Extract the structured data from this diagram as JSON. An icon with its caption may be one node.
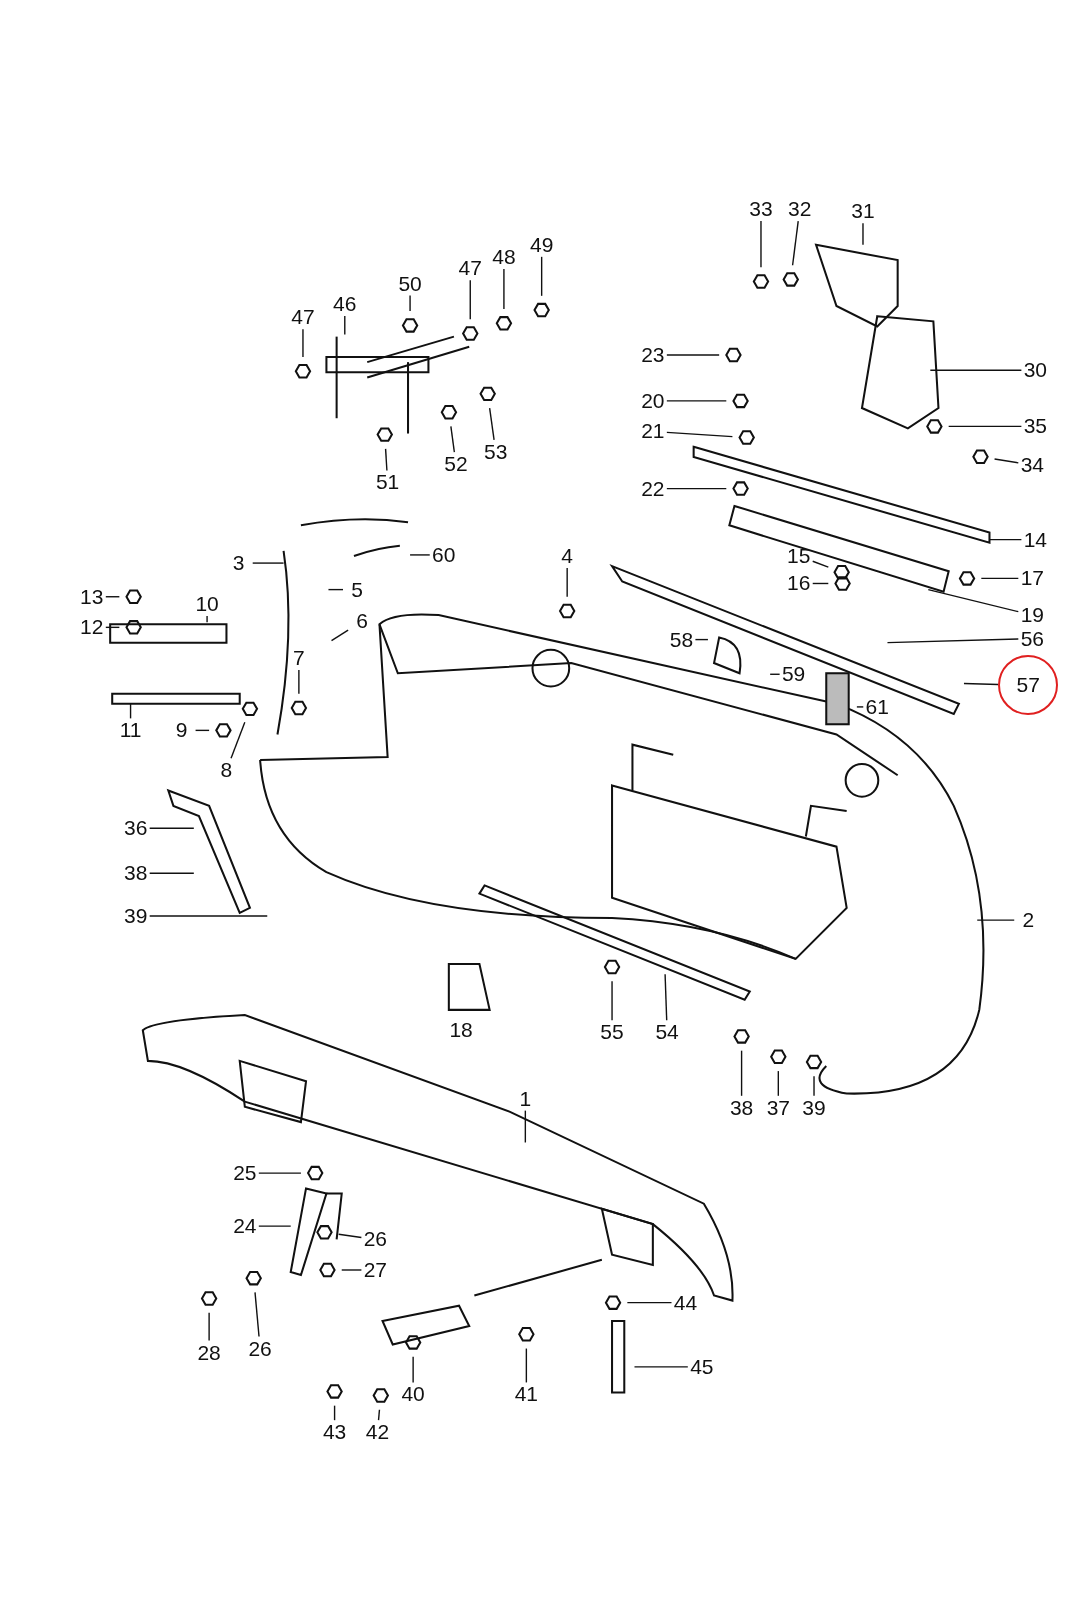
{
  "diagram": {
    "nodes": [
      {
        "text": [
          "33"
        ]
      },
      {
        "text": [
          "32"
        ]
      },
      {
        "text": [
          "31"
        ]
      },
      {
        "text": [
          "49"
        ]
      },
      {
        "text": [
          "48"
        ]
      },
      {
        "text": [
          "47"
        ]
      },
      {
        "text": [
          "50"
        ]
      },
      {
        "text": [
          "46"
        ]
      },
      {
        "text": [
          "47"
        ]
      },
      {
        "text": [
          "23"
        ]
      },
      {
        "text": [
          "30"
        ]
      },
      {
        "text": [
          "20"
        ]
      },
      {
        "text": [
          "21"
        ]
      },
      {
        "text": [
          "35"
        ]
      },
      {
        "text": [
          "53"
        ]
      },
      {
        "text": [
          "52"
        ]
      },
      {
        "text": [
          "34"
        ]
      },
      {
        "text": [
          "51"
        ]
      },
      {
        "text": [
          "22"
        ]
      },
      {
        "text": [
          "14"
        ]
      },
      {
        "text": [
          "3"
        ]
      },
      {
        "text": [
          "60"
        ]
      },
      {
        "text": [
          "4"
        ]
      },
      {
        "text": [
          "15"
        ]
      },
      {
        "text": [
          "5"
        ]
      },
      {
        "text": [
          "17"
        ]
      },
      {
        "text": [
          "16"
        ]
      },
      {
        "text": [
          "13"
        ]
      },
      {
        "text": [
          "12"
        ]
      },
      {
        "text": [
          "10"
        ]
      },
      {
        "text": [
          "6"
        ]
      },
      {
        "text": [
          "19"
        ]
      },
      {
        "text": [
          "58"
        ]
      },
      {
        "text": [
          "56"
        ]
      },
      {
        "text": [
          "7"
        ]
      },
      {
        "text": [
          "59"
        ]
      },
      {
        "text": [
          "57"
        ]
      },
      {
        "text": [
          "61"
        ]
      },
      {
        "text": [
          "11"
        ]
      },
      {
        "text": [
          "9"
        ]
      },
      {
        "text": [
          "8"
        ]
      },
      {
        "text": [
          "36"
        ]
      },
      {
        "text": [
          "38"
        ]
      },
      {
        "text": [
          "2"
        ]
      },
      {
        "text": [
          "39"
        ]
      },
      {
        "text": [
          "55"
        ]
      },
      {
        "text": [
          "54"
        ]
      },
      {
        "text": [
          "1"
        ]
      },
      {
        "text": [
          "38"
        ]
      },
      {
        "text": [
          "37"
        ]
      },
      {
        "text": [
          "39"
        ]
      },
      {
        "text": [
          "25"
        ]
      },
      {
        "text": [
          "24"
        ]
      },
      {
        "text": [
          "26"
        ]
      },
      {
        "text": [
          "27"
        ]
      },
      {
        "text": [
          "44"
        ]
      },
      {
        "text": [
          "28"
        ]
      },
      {
        "text": [
          "26"
        ]
      },
      {
        "text": [
          "45"
        ]
      },
      {
        "text": [
          "40"
        ]
      },
      {
        "text": [
          "41"
        ]
      },
      {
        "text": [
          "43"
        ]
      },
      {
        "text": [
          "42"
        ]
      }
    ],
    "edges": [
      {
        "from": 0,
        "to": null,
        "arrow": "none"
      },
      {
        "from": 1,
        "to": null,
        "arrow": "none"
      },
      {
        "from": 2,
        "to": null,
        "arrow": "none"
      },
      {
        "from": 3,
        "to": null,
        "arrow": "none"
      },
      {
        "from": 4,
        "to": null,
        "arrow": "none"
      },
      {
        "from": 5,
        "to": null,
        "arrow": "none"
      },
      {
        "from": 6,
        "to": null,
        "arrow": "none"
      },
      {
        "from": 7,
        "to": null,
        "arrow": "none"
      },
      {
        "from": 8,
        "to": null,
        "arrow": "none"
      },
      {
        "from": 9,
        "to": null,
        "arrow": "none"
      },
      {
        "from": 10,
        "to": null,
        "arrow": "none"
      },
      {
        "from": 11,
        "to": null,
        "arrow": "none"
      },
      {
        "from": 12,
        "to": null,
        "arrow": "none"
      },
      {
        "from": 13,
        "to": null,
        "arrow": "none"
      },
      {
        "from": 14,
        "to": null,
        "arrow": "none"
      },
      {
        "from": 15,
        "to": null,
        "arrow": "none"
      },
      {
        "from": 16,
        "to": null,
        "arrow": "none"
      },
      {
        "from": 17,
        "to": null,
        "arrow": "none"
      },
      {
        "from": 18,
        "to": null,
        "arrow": "none"
      },
      {
        "from": 19,
        "to": null,
        "arrow": "none"
      },
      {
        "from": 20,
        "to": null,
        "arrow": "none"
      },
      {
        "from": 21,
        "to": null,
        "arrow": "none"
      },
      {
        "from": 22,
        "to": null,
        "arrow": "none"
      },
      {
        "from": 23,
        "to": null,
        "arrow": "none"
      },
      {
        "from": 24,
        "to": null,
        "arrow": "none"
      },
      {
        "from": 25,
        "to": null,
        "arrow": "none"
      },
      {
        "from": 26,
        "to": null,
        "arrow": "none"
      },
      {
        "from": 27,
        "to": null,
        "arrow": "none"
      },
      {
        "from": 28,
        "to": null,
        "arrow": "none"
      },
      {
        "from": 29,
        "to": null,
        "arrow": "none"
      },
      {
        "from": 30,
        "to": null,
        "arrow": "none"
      },
      {
        "from": 31,
        "to": null,
        "arrow": "none"
      },
      {
        "from": 32,
        "to": null,
        "arrow": "none"
      },
      {
        "from": 33,
        "to": null,
        "arrow": "none"
      },
      {
        "from": 34,
        "to": null,
        "arrow": "none"
      },
      {
        "from": 35,
        "to": null,
        "arrow": "none"
      },
      {
        "from": 36,
        "to": null,
        "arrow": "none"
      },
      {
        "from": 37,
        "to": null,
        "arrow": "none"
      },
      {
        "from": 38,
        "to": null,
        "arrow": "none"
      },
      {
        "from": 39,
        "to": null,
        "arrow": "none"
      },
      {
        "from": 40,
        "to": null,
        "arrow": "none"
      },
      {
        "from": 41,
        "to": null,
        "arrow": "none"
      },
      {
        "from": 42,
        "to": null,
        "arrow": "none"
      },
      {
        "from": 43,
        "to": null,
        "arrow": "none"
      },
      {
        "from": 44,
        "to": null,
        "arrow": "none"
      },
      {
        "from": 45,
        "to": null,
        "arrow": "none"
      },
      {
        "from": 46,
        "to": null,
        "arrow": "none"
      },
      {
        "from": 47,
        "to": null,
        "arrow": "none"
      },
      {
        "from": 48,
        "to": null,
        "arrow": "none"
      },
      {
        "from": 49,
        "to": null,
        "arrow": "none"
      },
      {
        "from": 50,
        "to": null,
        "arrow": "none"
      },
      {
        "from": 51,
        "to": null,
        "arrow": "none"
      },
      {
        "from": 52,
        "to": null,
        "arrow": "none"
      },
      {
        "from": 53,
        "to": null,
        "arrow": "none"
      },
      {
        "from": 54,
        "to": null,
        "arrow": "none"
      },
      {
        "from": 55,
        "to": null,
        "arrow": "none"
      },
      {
        "from": 56,
        "to": null,
        "arrow": "none"
      },
      {
        "from": 57,
        "to": null,
        "arrow": "none"
      },
      {
        "from": 58,
        "to": null,
        "arrow": "none"
      },
      {
        "from": 59,
        "to": null,
        "arrow": "none"
      },
      {
        "from": 60,
        "to": null,
        "arrow": "none"
      },
      {
        "from": 61,
        "to": null,
        "arrow": "none"
      },
      {
        "from": 62,
        "to": null,
        "arrow": "none"
      }
    ],
    "labels": [
      "18"
    ]
  }
}
